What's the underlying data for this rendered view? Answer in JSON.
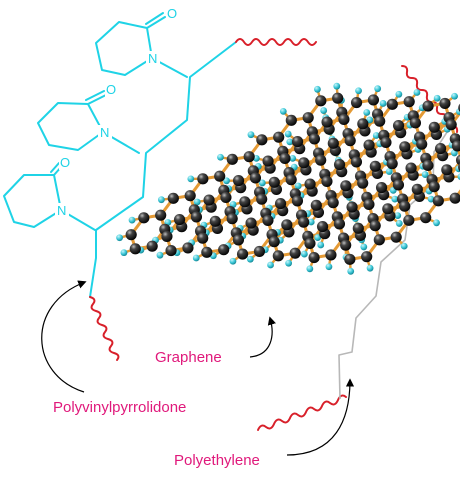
{
  "labels": {
    "graphene": "Graphene",
    "pvp": "Polyvinylpyrrolidone",
    "pe": "Polyethylene"
  },
  "atoms": {
    "oxygen": "O",
    "nitrogen": "N"
  },
  "colors": {
    "pvp": "#1fd3e6",
    "wavy_end": "#d8202a",
    "label": "#e0197b",
    "pe_chain": "#b8b8b8",
    "graphene_bond": "#e49a35",
    "carbon": "#1a1a1a",
    "hydrogen": "#39c6d6",
    "arrow": "#000000"
  },
  "graphene": {
    "rows": 7,
    "cols": 7
  }
}
